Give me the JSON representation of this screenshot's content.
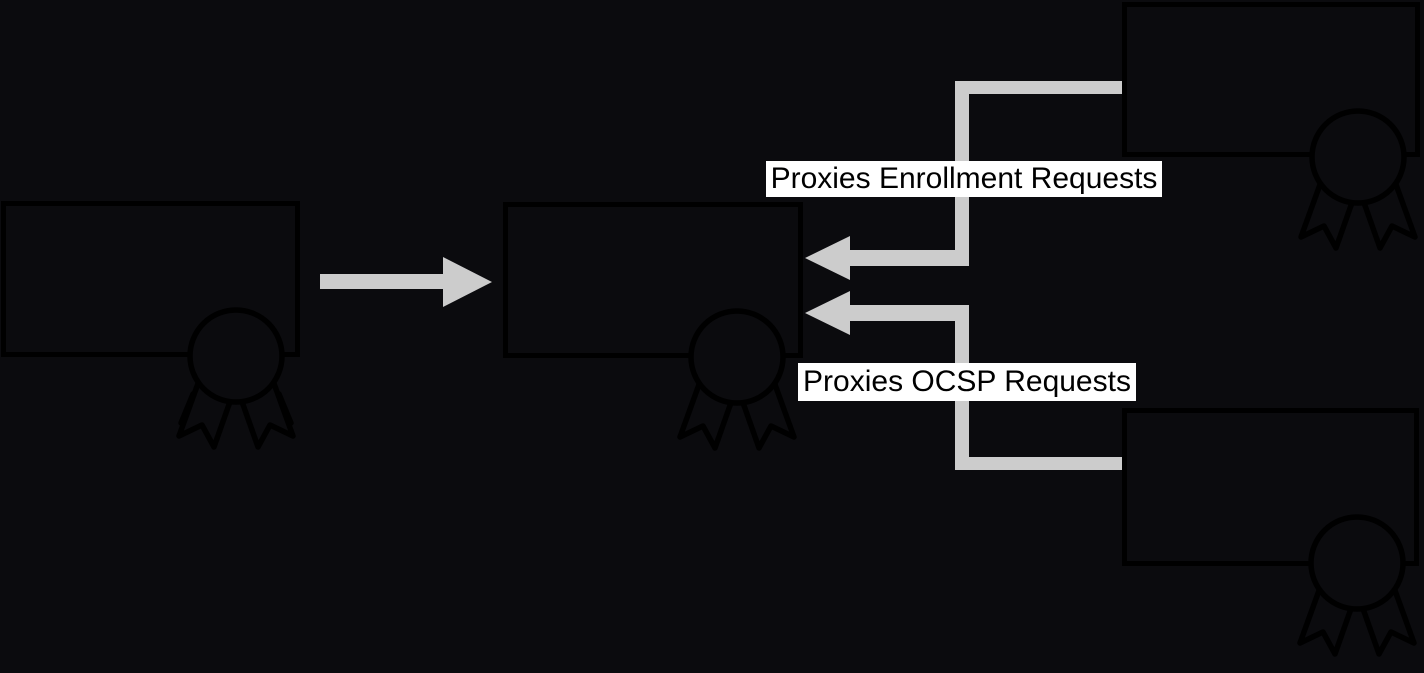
{
  "diagram": {
    "type": "architecture-diagram",
    "labels": {
      "enrollment": "Proxies Enrollment Requests",
      "ocsp": "Proxies OCSP Requests"
    },
    "colors": {
      "background": "#0b0b0e",
      "shape_stroke": "#000000",
      "connector": "#cccccc",
      "label_background": "#ffffff",
      "label_text": "#000000"
    },
    "nodes": [
      {
        "id": "box-left",
        "icon": "certificate-ribbon-icon"
      },
      {
        "id": "box-center",
        "icon": "certificate-ribbon-icon"
      },
      {
        "id": "box-top-right",
        "icon": "certificate-ribbon-icon"
      },
      {
        "id": "box-bottom-right",
        "icon": "certificate-ribbon-icon"
      }
    ],
    "edges": [
      {
        "from": "box-left",
        "to": "box-center",
        "style": "straight-arrow",
        "label": ""
      },
      {
        "from": "box-top-right",
        "to": "box-center",
        "style": "elbow-arrow",
        "label": "Proxies Enrollment Requests"
      },
      {
        "from": "box-bottom-right",
        "to": "box-center",
        "style": "elbow-arrow",
        "label": "Proxies OCSP Requests"
      }
    ]
  }
}
